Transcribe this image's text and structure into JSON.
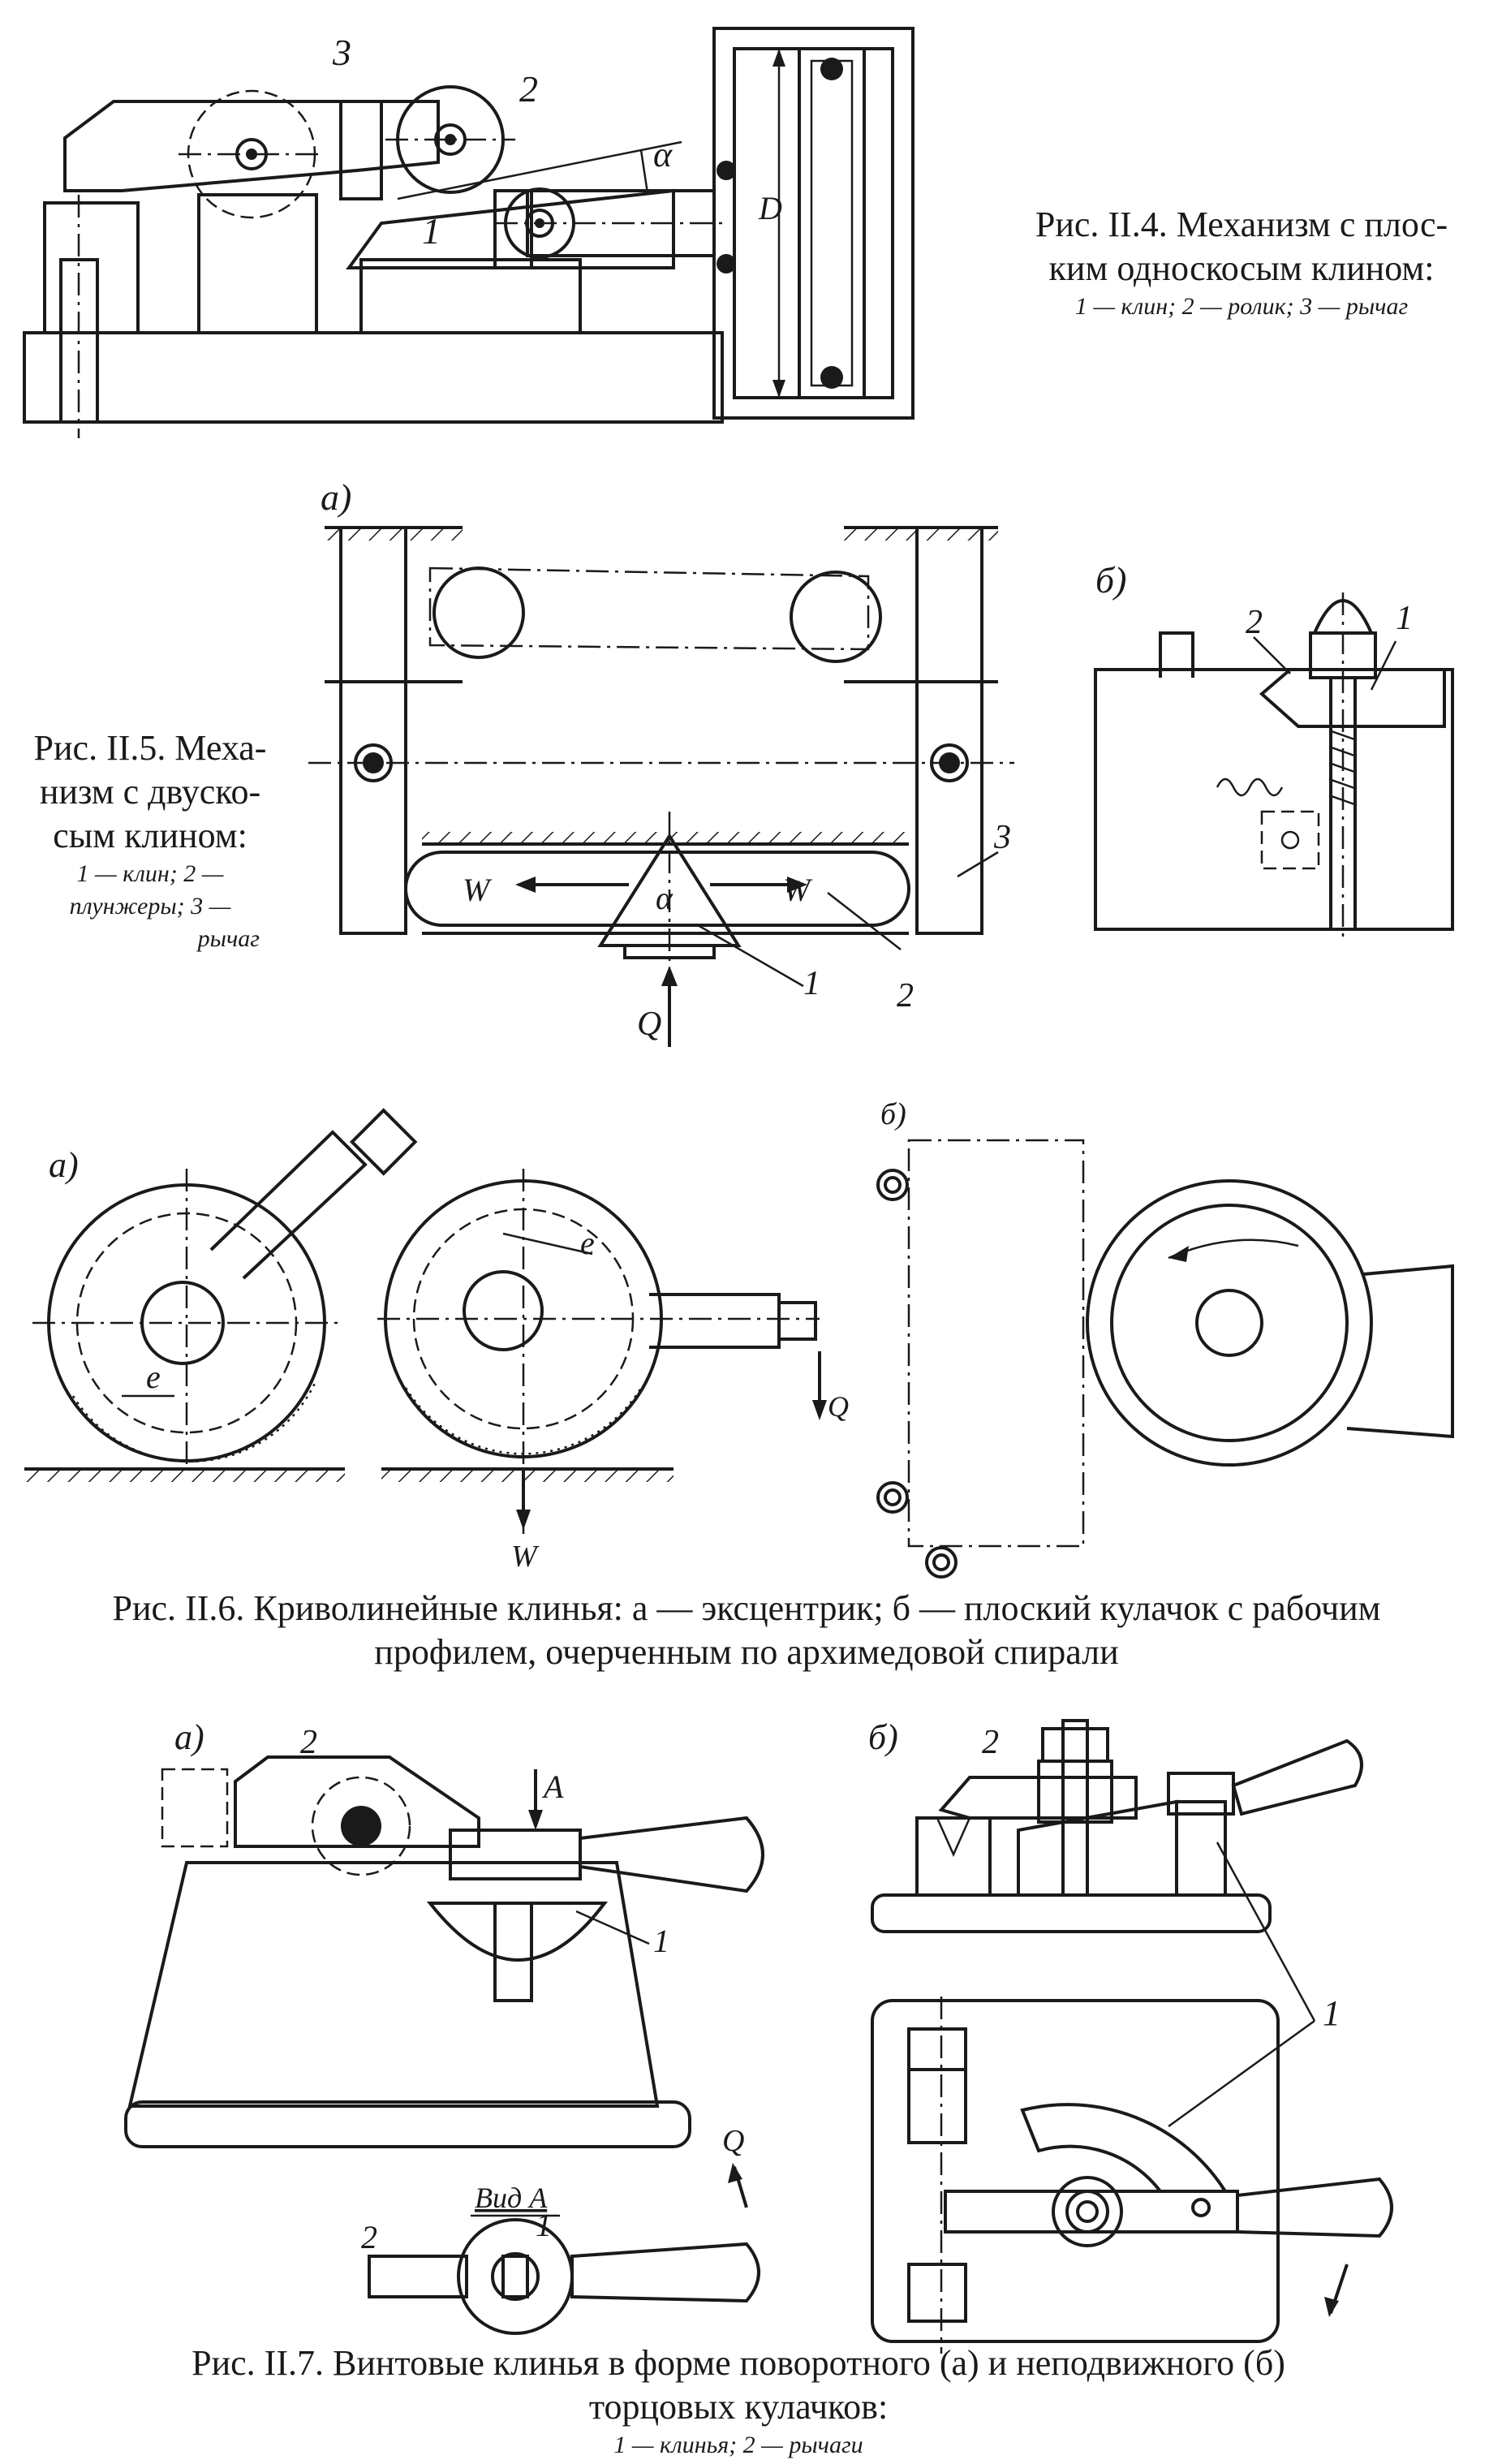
{
  "fig4": {
    "caption_line1": "Рис. II.4. Механизм с плос-",
    "caption_line2": "ким односкосым клином:",
    "legend": "1 — клин; 2 — ролик; 3 — рычаг",
    "labels": {
      "n1": "1",
      "n2": "2",
      "n3": "3",
      "alpha": "α",
      "D": "D"
    }
  },
  "fig5": {
    "caption_line1": "Рис. II.5. Меха-",
    "caption_line2": "низм с двуско-",
    "caption_line3": "сым клином:",
    "legend_line1": "1 — клин;   2 —",
    "legend_line2": "плунжеры;   3 —",
    "legend_line3": "рычаг",
    "labels": {
      "a": "a)",
      "b": "б)",
      "n1": "1",
      "n2": "2",
      "n3": "3",
      "W_left": "W",
      "W_right": "W",
      "alpha": "α",
      "Q": "Q",
      "b1": "1",
      "b2": "2"
    }
  },
  "fig6": {
    "caption_line1": "Рис. II.6. Криволинейные клинья: а — эксцентрик; б — плоский кулачок с рабочим",
    "caption_line2": "профилем, очерченным по архимедовой спирали",
    "labels": {
      "a": "а)",
      "b": "б)",
      "e1": "e",
      "e2": "e",
      "Q": "Q",
      "W": "W"
    }
  },
  "fig7": {
    "caption_line1": "Рис. II.7. Винтовые клинья в форме поворотного (а) и неподвижного (б)",
    "caption_line2": "торцовых кулачков:",
    "legend": "1 — клинья; 2 — рычаги",
    "labels": {
      "a": "а)",
      "b": "б)",
      "n2a": "2",
      "A": "A",
      "n1a": "1",
      "vidA": "Вид A",
      "Q": "Q",
      "n2c": "2",
      "n1c": "1",
      "n2b": "2",
      "n1b": "1"
    }
  }
}
